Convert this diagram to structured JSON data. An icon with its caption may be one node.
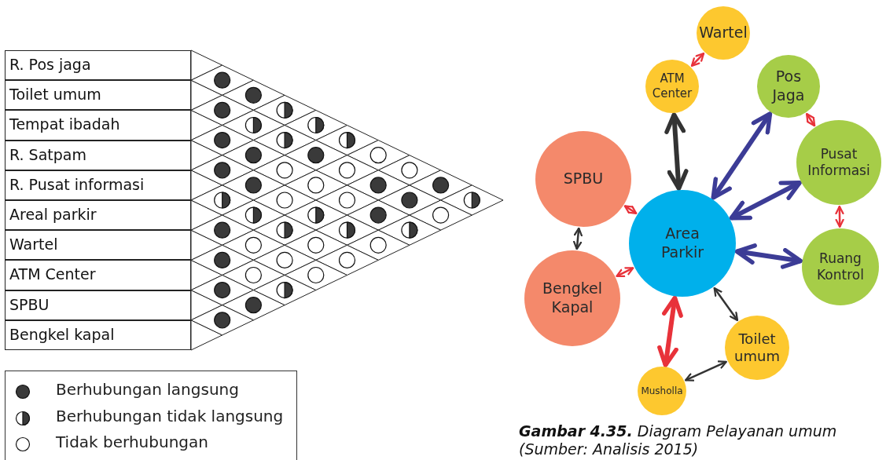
{
  "diagram": {
    "caption": "**Gambar 4.35.** Diagram Pelayanan umum (Sumber: Analisis 2015)",
    "nodes": [
      {
        "text": [
          "Wartel"
        ]
      },
      {
        "text": [
          "ATM Center"
        ]
      },
      {
        "text": [
          "Pos Jaga"
        ]
      },
      {
        "text": [
          "Pusat Informasi"
        ]
      },
      {
        "text": [
          "SPBU"
        ]
      },
      {
        "text": [
          "Area Parkir"
        ]
      },
      {
        "text": [
          "Ruang Kontrol"
        ]
      },
      {
        "text": [
          "Bengkel Kapal"
        ]
      },
      {
        "text": [
          "Toilet umum"
        ]
      },
      {
        "text": [
          "Musholla"
        ]
      }
    ],
    "edges": [
      {
        "from": 0,
        "to": 1,
        "arrow": "both"
      },
      {
        "from": 1,
        "to": 5,
        "arrow": "both",
        "style": "thick",
        "color": "#333333"
      },
      {
        "from": 2,
        "to": 5,
        "arrow": "both",
        "style": "thick",
        "color": "#3c3c96"
      },
      {
        "from": 2,
        "to": 3,
        "arrow": "both"
      },
      {
        "from": 3,
        "to": 5,
        "arrow": "both",
        "style": "thick",
        "color": "#3c3c96"
      },
      {
        "from": 3,
        "to": 6,
        "arrow": "both"
      },
      {
        "from": 4,
        "to": 5,
        "arrow": "both"
      },
      {
        "from": 4,
        "to": 7,
        "arrow": "both",
        "color": "#333333"
      },
      {
        "from": 7,
        "to": 5,
        "arrow": "both"
      },
      {
        "from": 6,
        "to": 5,
        "arrow": "both",
        "style": "thick",
        "color": "#3c3c96"
      },
      {
        "from": 5,
        "to": 8,
        "arrow": "both",
        "color": "#333333"
      },
      {
        "from": 5,
        "to": 9,
        "arrow": "both",
        "style": "thick"
      },
      {
        "from": 8,
        "to": 9,
        "arrow": "both",
        "color": "#333333"
      }
    ],
    "labels": [
      "R. Pos jaga",
      "Toilet umum",
      "Tempat ibadah",
      "R. Satpam",
      "R. Pusat informasi",
      "Areal parkir",
      "Wartel",
      "ATM Center",
      "SPBU",
      "Bengkel kapal"
    ],
    "legend": [
      {
        "text": "Berhubungan langsung"
      },
      {
        "text": "Berhubungan tidak langsung"
      },
      {
        "text": "Tidak berhubungan"
      }
    ]
  }
}
